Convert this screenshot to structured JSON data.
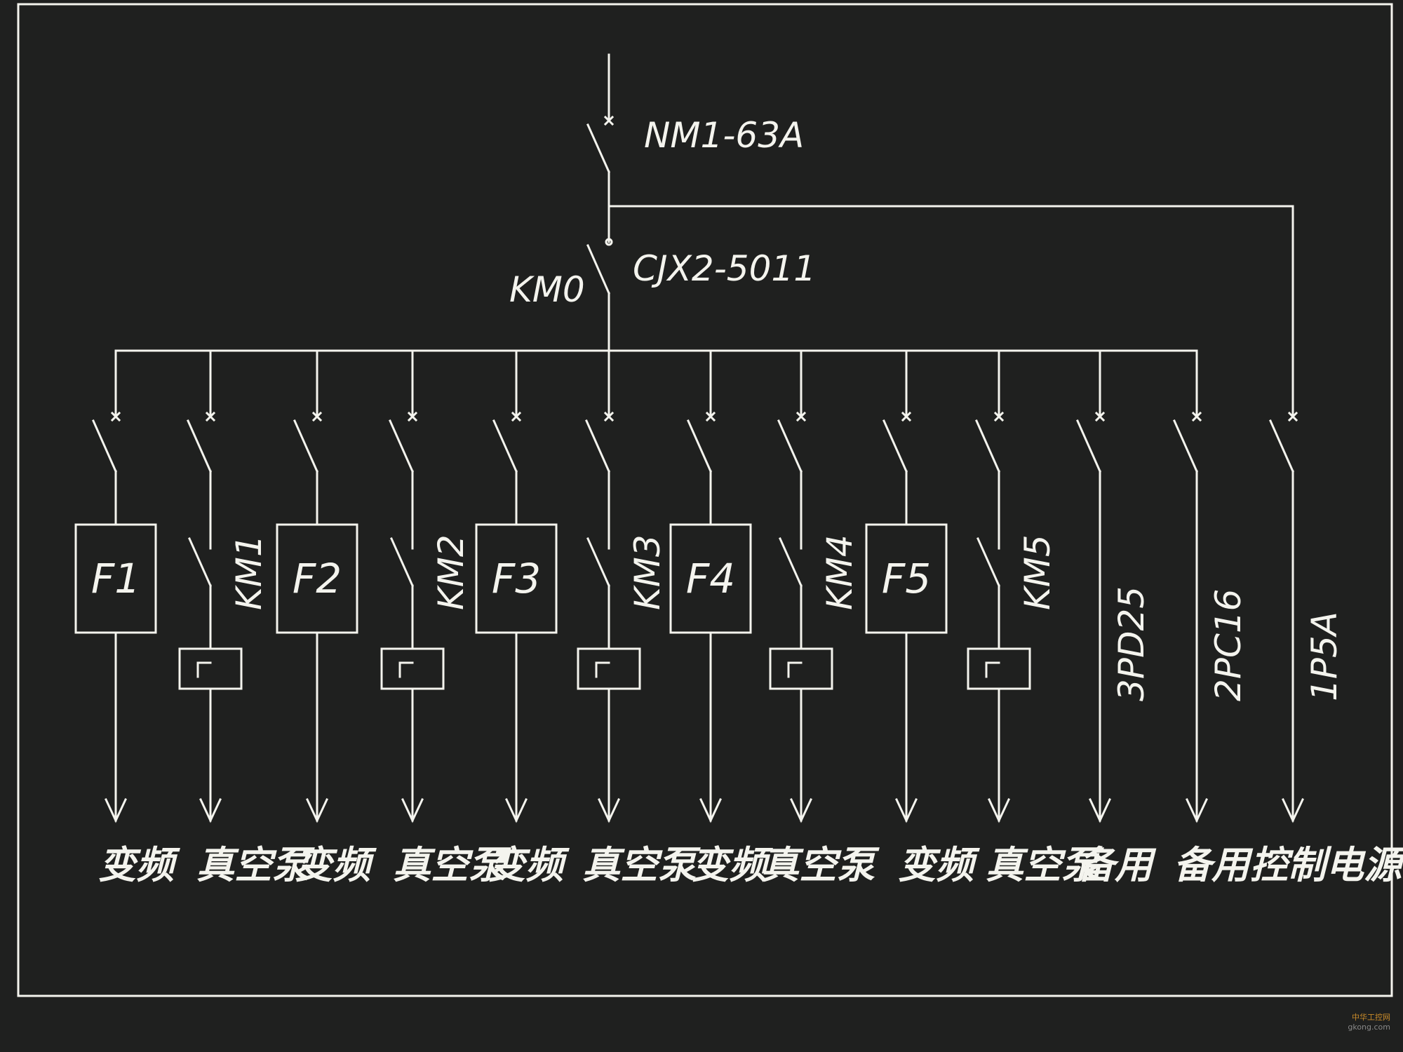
{
  "colors": {
    "background": "#1f201f",
    "line": "#f4f4ee",
    "watermark": "#c98b2a"
  },
  "main_breaker": {
    "label": "NM1-63A"
  },
  "main_contactor": {
    "id": "KM0",
    "model": "CJX2-5011"
  },
  "branches": [
    {
      "device": "F1",
      "kind": "inverter",
      "load": "变频"
    },
    {
      "device": "KM1",
      "kind": "contactor",
      "load": "真空泵"
    },
    {
      "device": "F2",
      "kind": "inverter",
      "load": "变频"
    },
    {
      "device": "KM2",
      "kind": "contactor",
      "load": "真空泵"
    },
    {
      "device": "F3",
      "kind": "inverter",
      "load": "变频"
    },
    {
      "device": "KM3",
      "kind": "contactor",
      "load": "真空泵"
    },
    {
      "device": "F4",
      "kind": "inverter",
      "load": "变频"
    },
    {
      "device": "KM4",
      "kind": "contactor",
      "load": "真空泵"
    },
    {
      "device": "F5",
      "kind": "inverter",
      "load": "变频"
    },
    {
      "device": "KM5",
      "kind": "contactor",
      "load": "真空泵"
    },
    {
      "device": "3PD25",
      "kind": "spare",
      "load": "备用"
    },
    {
      "device": "2PC16",
      "kind": "spare",
      "load": "备用"
    },
    {
      "device": "1P5A",
      "kind": "control",
      "load": "控制电源"
    }
  ],
  "watermark": {
    "text": "中华工控网",
    "url_text": "gkong.com"
  }
}
